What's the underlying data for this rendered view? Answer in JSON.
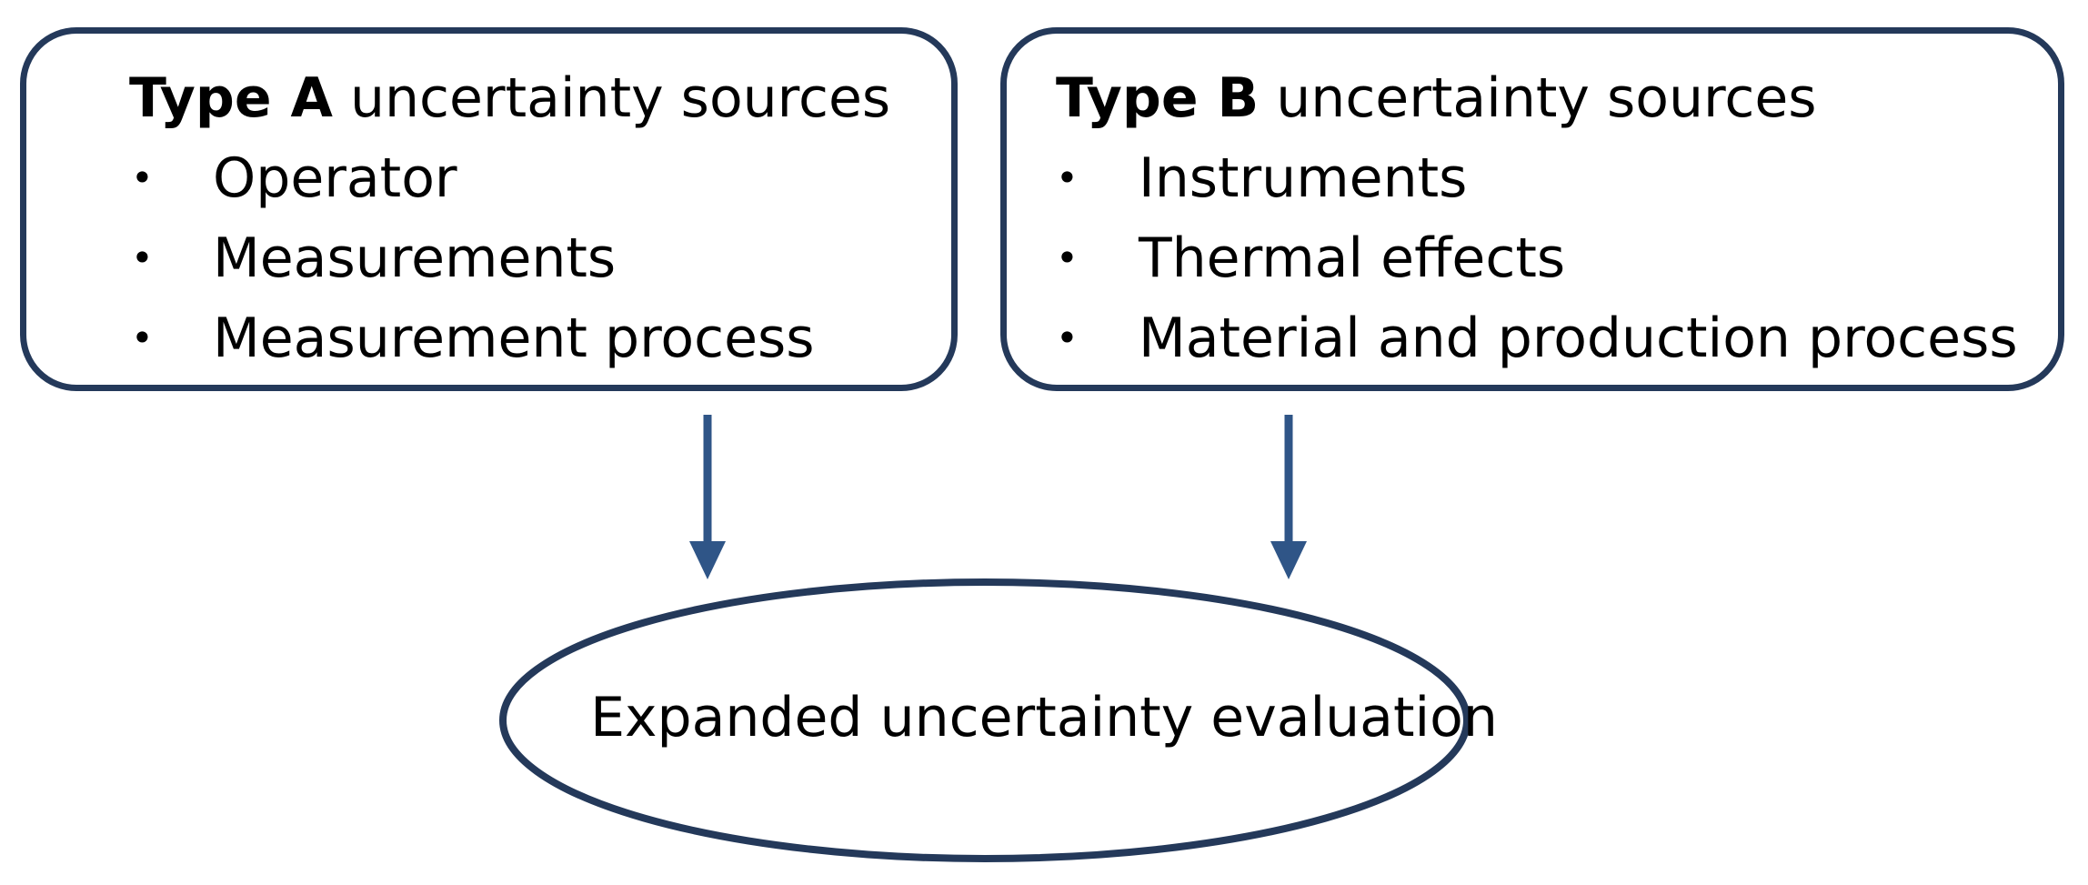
{
  "type_a": {
    "title_bold": "Type A",
    "title_rest": " uncertainty sources",
    "bullet": "•",
    "items": [
      "Operator",
      "Measurements",
      "Measurement process"
    ]
  },
  "type_b": {
    "title_bold": "Type B",
    "title_rest": " uncertainty sources",
    "bullet": "•",
    "items": [
      "Instruments",
      "Thermal effects",
      "Material and production process"
    ]
  },
  "result": {
    "label": "Expanded uncertainty evaluation"
  },
  "colors": {
    "outline": "#24395a",
    "arrow": "#2f5587",
    "ellipse": "#24395a",
    "text": "#000000"
  }
}
